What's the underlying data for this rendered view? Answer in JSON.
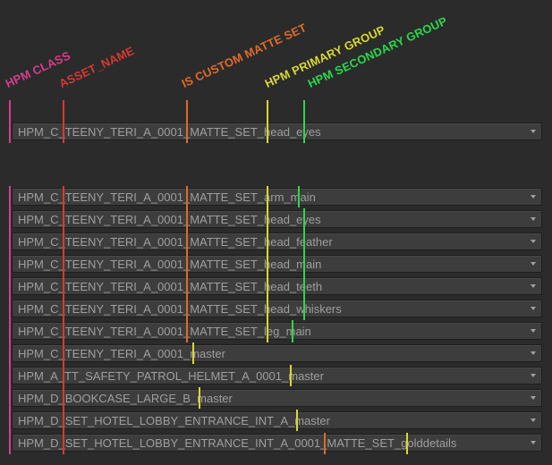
{
  "headers": {
    "hpm_class": "HPM CLASS",
    "asset_name": "ASSET_NAME",
    "is_custom_matte_set": "IS CUSTOM MATTE SET",
    "hpm_primary_group": "HPM PRIMARY GROUP",
    "hpm_secondary_group": "HPM SECONDARY GROUP"
  },
  "colors": {
    "hpm_class": "#d63d8c",
    "asset_name": "#d63a32",
    "is_custom_matte_set": "#e06a2a",
    "hpm_primary_group": "#d9d930",
    "hpm_secondary_group": "#2ad94a",
    "text": "#9e9e9e",
    "background": "#2b2b2b",
    "combo": "#3d3d3d"
  },
  "single_row": {
    "value": "HPM_C_TEENY_TERI_A_0001_MATTE_SET_head_eyes",
    "icon": "dropdown-arrow-icon"
  },
  "rows": [
    {
      "value": "HPM_C_TEENY_TERI_A_0001_MATTE_SET_arm_main"
    },
    {
      "value": "HPM_C_TEENY_TERI_A_0001_MATTE_SET_head_eyes"
    },
    {
      "value": "HPM_C_TEENY_TERI_A_0001_MATTE_SET_head_feather"
    },
    {
      "value": "HPM_C_TEENY_TERI_A_0001_MATTE_SET_head_main"
    },
    {
      "value": "HPM_C_TEENY_TERI_A_0001_MATTE_SET_head_teeth"
    },
    {
      "value": "HPM_C_TEENY_TERI_A_0001_MATTE_SET_head_whiskers"
    },
    {
      "value": "HPM_C_TEENY_TERI_A_0001_MATTE_SET_leg_main"
    },
    {
      "value": "HPM_C_TEENY_TERI_A_0001_master"
    },
    {
      "value": "HPM_A_TT_SAFETY_PATROL_HELMET_A_0001_master"
    },
    {
      "value": "HPM_D_BOOKCASE_LARGE_B_master"
    },
    {
      "value": "HPM_D_SET_HOTEL_LOBBY_ENTRANCE_INT_A_master"
    },
    {
      "value": "HPM_D_SET_HOTEL_LOBBY_ENTRANCE_INT_A_0001_MATTE_SET_golddetails"
    }
  ]
}
